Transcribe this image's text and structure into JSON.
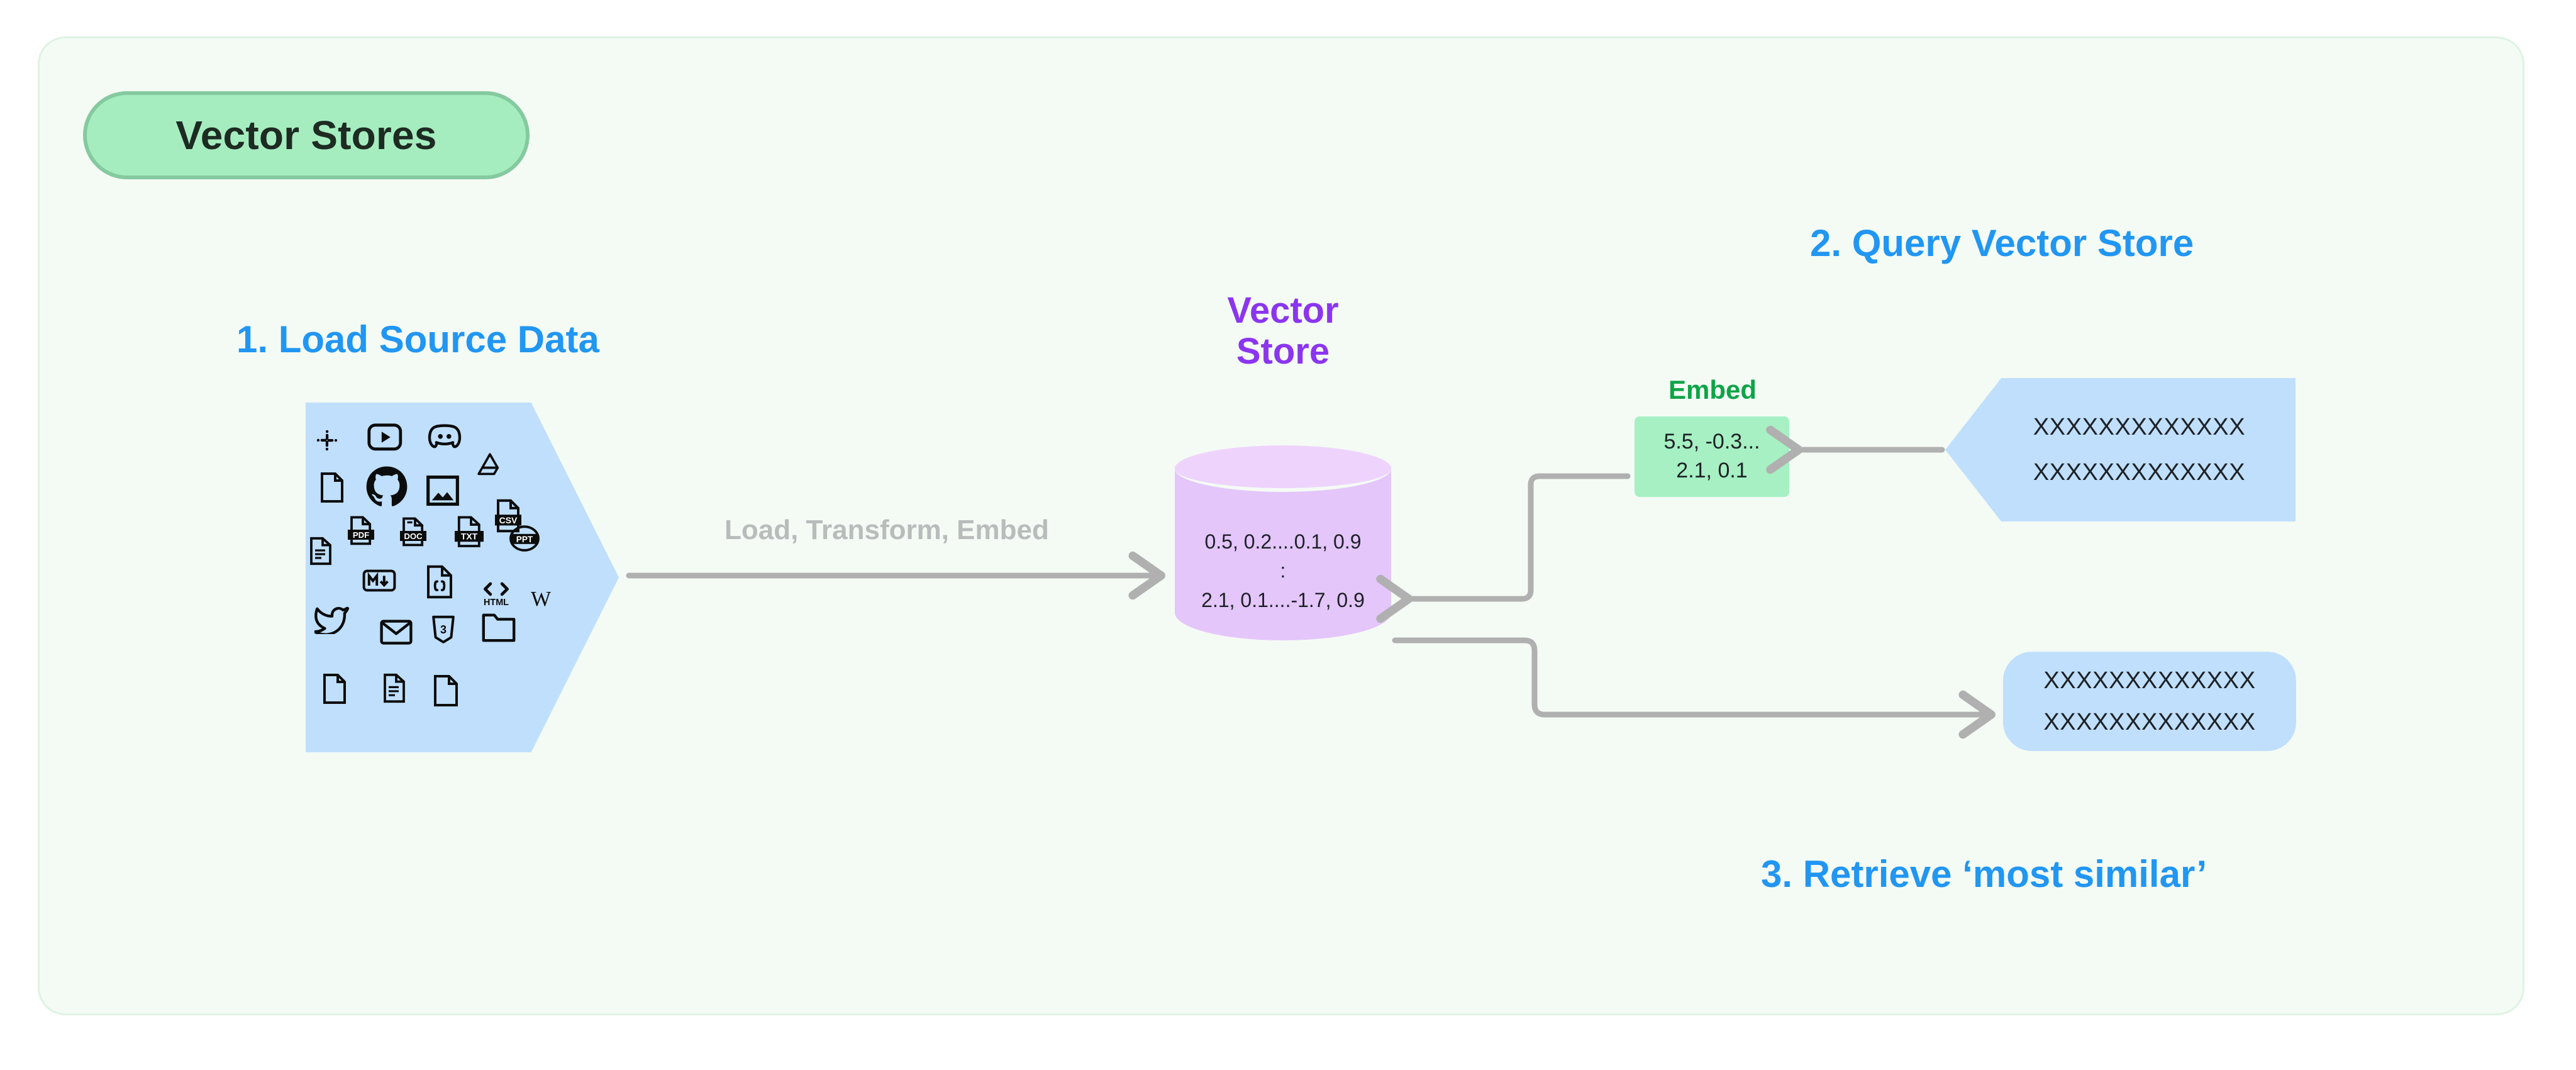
{
  "card": {
    "background_color": "#f4fbf4",
    "border_color": "#ddf3e2"
  },
  "title_pill": {
    "label": "Vector Stores",
    "fill_color": "#a5edbf",
    "border_color": "#85c99f",
    "text_color": "#1d2b22"
  },
  "steps": {
    "accent_color": "#2196f3",
    "step1": "1. Load Source Data",
    "step2": "2. Query Vector Store",
    "step3": "3. Retrieve ‘most similar’"
  },
  "arrow_caption": {
    "label": "Load, Transform, Embed",
    "color": "#b8bcbb"
  },
  "vector_store": {
    "title_line1": "Vector",
    "title_line2": "Store",
    "title_color": "#8b35f0",
    "body_color": "#e4c6fb",
    "top_color": "#eed4fd",
    "rows": [
      "0.5, 0.2....0.1, 0.9",
      ":",
      "2.1, 0.1....-1.7, 0.9"
    ]
  },
  "embed": {
    "label": "Embed",
    "label_color": "#0fa348",
    "fill_color": "#a6f0c3",
    "rows": [
      "5.5, -0.3...",
      "2.1, 0.1"
    ]
  },
  "query": {
    "fill_color": "#bfdffc",
    "rows": [
      "XXXXXXXXXXXXX",
      "XXXXXXXXXXXXX"
    ]
  },
  "result": {
    "fill_color": "#bfdffc",
    "rows": [
      "XXXXXXXXXXXXX",
      "XXXXXXXXXXXXX"
    ]
  },
  "source_hexagon": {
    "fill_color": "#bfdffc",
    "icons": [
      {
        "name": "slack-icon",
        "glyph": "slack"
      },
      {
        "name": "youtube-icon",
        "glyph": "youtube"
      },
      {
        "name": "discord-icon",
        "glyph": "discord"
      },
      {
        "name": "file-blank-icon",
        "glyph": "file"
      },
      {
        "name": "github-icon",
        "glyph": "github"
      },
      {
        "name": "image-icon",
        "glyph": "image"
      },
      {
        "name": "google-drive-icon",
        "glyph": "gdrive"
      },
      {
        "name": "csv-file-icon",
        "glyph": "csv"
      },
      {
        "name": "document-lines-icon",
        "glyph": "doclines"
      },
      {
        "name": "pdf-file-icon",
        "glyph": "pdf"
      },
      {
        "name": "doc-file-icon",
        "glyph": "doc"
      },
      {
        "name": "txt-file-icon",
        "glyph": "txt"
      },
      {
        "name": "ppt-file-icon",
        "glyph": "ppt"
      },
      {
        "name": "markdown-icon",
        "glyph": "markdown"
      },
      {
        "name": "json-file-icon",
        "glyph": "json"
      },
      {
        "name": "html-icon",
        "glyph": "html"
      },
      {
        "name": "wikipedia-icon",
        "glyph": "wikipedia"
      },
      {
        "name": "twitter-icon",
        "glyph": "twitter"
      },
      {
        "name": "email-icon",
        "glyph": "email"
      },
      {
        "name": "css3-icon",
        "glyph": "css3"
      },
      {
        "name": "folder-icon",
        "glyph": "folder"
      },
      {
        "name": "file-blank-icon-2",
        "glyph": "file"
      },
      {
        "name": "document-lines-icon-2",
        "glyph": "doclines"
      },
      {
        "name": "file-blank-icon-3",
        "glyph": "file"
      }
    ],
    "badge_labels": {
      "csv": "CSV",
      "pdf": "PDF",
      "doc": "DOC",
      "txt": "TXT",
      "ppt": "PPT",
      "html": "HTML",
      "markdown": "M",
      "json": "{}",
      "wikipedia": "W",
      "css3": "3"
    }
  },
  "connectors": {
    "color": "#b0b0b0"
  }
}
